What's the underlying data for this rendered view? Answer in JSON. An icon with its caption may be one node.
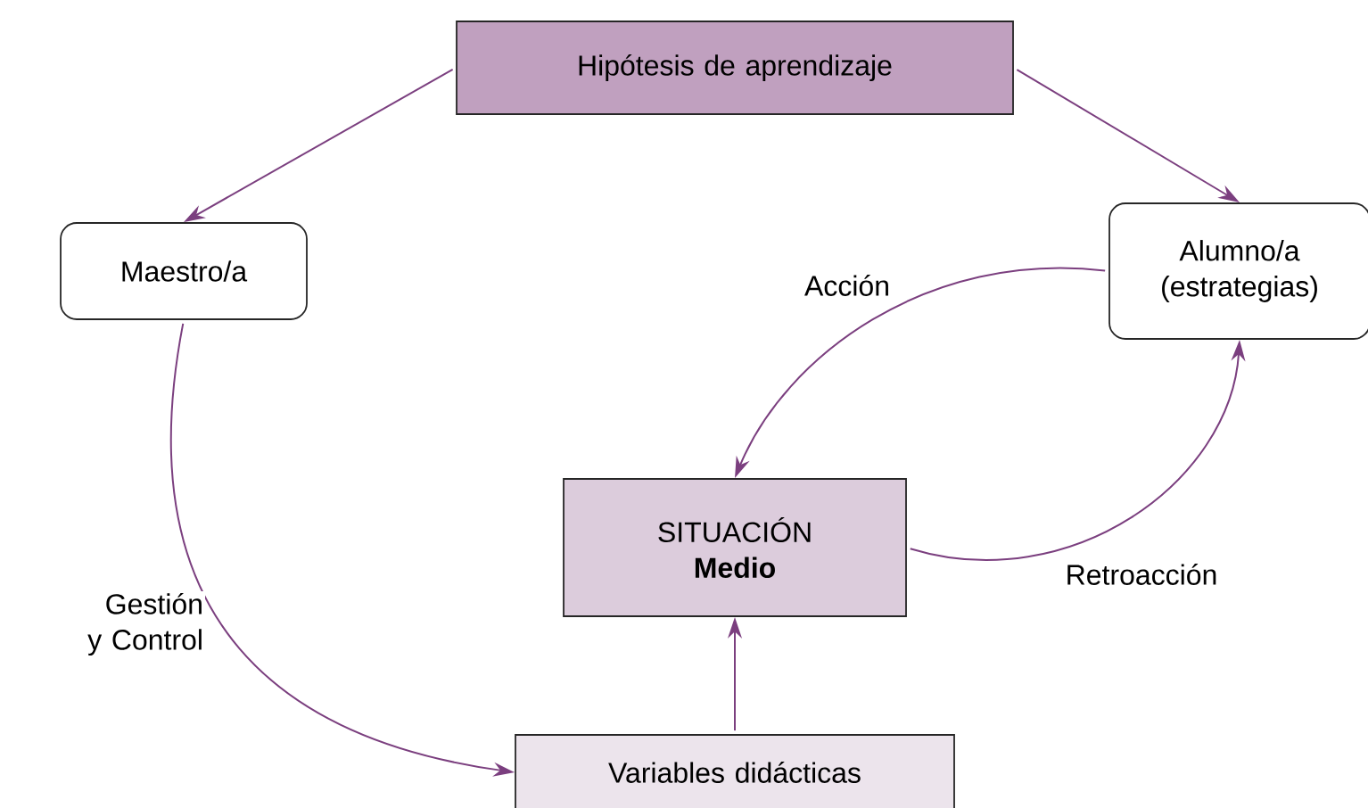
{
  "diagram": {
    "nodes": [
      {
        "text": [
          "Hipótesis de aprendizaje"
        ]
      },
      {
        "text": [
          "Maestro/a"
        ]
      },
      {
        "text": [
          "Alumno/a (estrategias)"
        ]
      },
      {
        "text": [
          "SITUACIÓN **Medio**"
        ]
      },
      {
        "text": [
          "Variables didácticas"
        ]
      }
    ],
    "edges": [
      {
        "from": 0,
        "to": 1,
        "arrow": "to"
      },
      {
        "from": 0,
        "to": 2,
        "arrow": "to"
      },
      {
        "from": 2,
        "to": 3,
        "arrow": "to",
        "label": "Acción"
      },
      {
        "from": 3,
        "to": 2,
        "arrow": "to",
        "label": "Retroacción"
      },
      {
        "from": 1,
        "to": 4,
        "arrow": "to",
        "label": "Gestión y Control"
      },
      {
        "from": 4,
        "to": 3,
        "arrow": "to"
      }
    ]
  }
}
